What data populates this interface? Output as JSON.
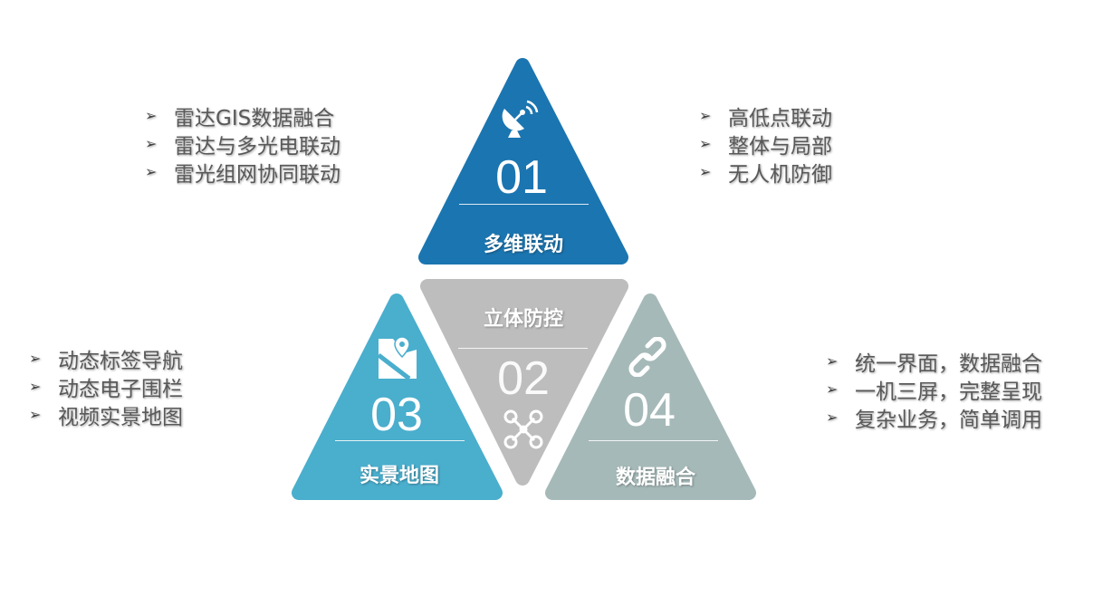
{
  "colors": {
    "top": "#1b75b0",
    "left": "#4aaecd",
    "center": "#bdbdbd",
    "right": "#a5b9b8"
  },
  "segments": [
    {
      "number": "01",
      "title": "多维联动",
      "icon": "satellite-dish-icon"
    },
    {
      "number": "02",
      "title": "立体防控",
      "icon": "drone-icon"
    },
    {
      "number": "03",
      "title": "实景地图",
      "icon": "map-pin-icon"
    },
    {
      "number": "04",
      "title": "数据融合",
      "icon": "link-icon"
    }
  ],
  "lists": {
    "top_left": [
      "雷达GIS数据融合",
      "雷达与多光电联动",
      "雷光组网协同联动"
    ],
    "top_right": [
      "高低点联动",
      "整体与局部",
      "无人机防御"
    ],
    "bottom_left": [
      "动态标签导航",
      "动态电子围栏",
      "视频实景地图"
    ],
    "bottom_right": [
      "统一界面，数据融合",
      "一机三屏，完整呈现",
      "复杂业务，简单调用"
    ]
  },
  "bullet_glyph": "➢"
}
